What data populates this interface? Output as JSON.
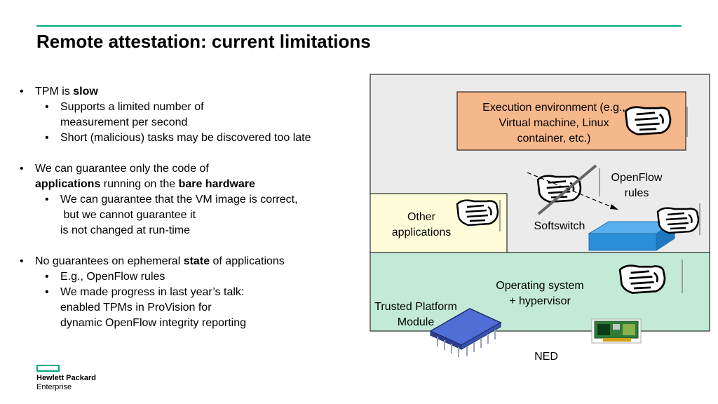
{
  "title": "Remote attestation: current limitations",
  "bullets": {
    "b1": {
      "pre": "TPM is ",
      "bold": "slow",
      "sub1_l1": "Supports a limited number of",
      "sub1_l2": "measurement per second",
      "sub2": "Short (malicious) tasks may be discovered too late"
    },
    "b2": {
      "l1": "We can guarantee only the code of",
      "l2_b1": "applications",
      "l2_mid": " running on the ",
      "l2_b2": "bare hardware",
      "sub1_l1": "We can guarantee that the VM image is correct,",
      "sub1_l2": " but we cannot guarantee it",
      "sub1_l3": "is not changed at run-time"
    },
    "b3": {
      "pre": "No guarantees on ephemeral ",
      "bold": "state",
      "post": " of applications",
      "sub1": "E.g., OpenFlow rules",
      "sub2_l1": "We made progress in last year’s talk:",
      "sub2_l2": "enabled TPMs in ProVision for",
      "sub2_l3": "dynamic OpenFlow integrity reporting"
    }
  },
  "diagram": {
    "exec_env": [
      "Execution environment (e.g.,",
      "Virtual machine, Linux",
      "container, etc.)"
    ],
    "openflow": [
      "OpenFlow",
      "rules"
    ],
    "other_apps": [
      "Other",
      "applications"
    ],
    "softswitch": "Softswitch",
    "os": [
      "Operating system",
      "+ hypervisor"
    ],
    "tpm": [
      "Trusted Platform",
      "Module"
    ],
    "ned": "NED",
    "colors": {
      "outer_box": "#ebebeb",
      "os_box": "#c3ead7",
      "exec_box": "#f6b78b",
      "apps_box": "#fffcd9",
      "switch": "#2a8fd6",
      "accent": "#01a982"
    }
  },
  "logo": {
    "line1": "Hewlett Packard",
    "line2": "Enterprise"
  }
}
